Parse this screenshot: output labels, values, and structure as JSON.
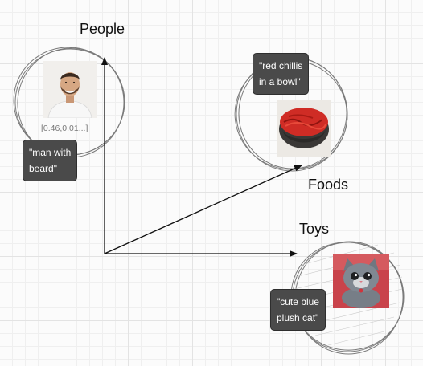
{
  "categories": {
    "people": {
      "title": "People",
      "caption": "\"man with\nbeard\"",
      "vector": "[0.46,0.01...]",
      "thumb": "man-with-beard-photo"
    },
    "foods": {
      "title": "Foods",
      "caption": "\"red chillis\nin a bowl\"",
      "thumb": "red-chillis-bowl-photo"
    },
    "toys": {
      "title": "Toys",
      "caption": "\"cute blue\nplush cat\"",
      "thumb": "plush-cat-photo"
    }
  },
  "colors": {
    "caption_bg": "#4a4a4a",
    "axis": "#111111",
    "sketch": "#777777"
  }
}
